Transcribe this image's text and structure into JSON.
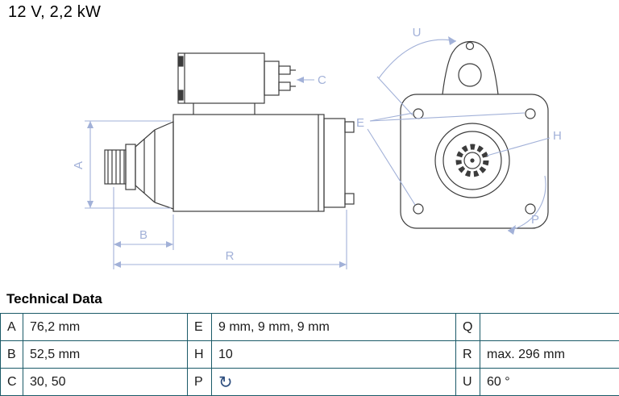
{
  "header": {
    "title": "12 V, 2,2 kW"
  },
  "drawing": {
    "labels": {
      "A": "A",
      "B": "B",
      "C": "C",
      "R": "R",
      "E": "E",
      "H": "H",
      "P": "P",
      "U": "U"
    }
  },
  "table": {
    "heading": "Technical Data",
    "rows": [
      {
        "cells": [
          {
            "key": "A",
            "value": "76,2 mm"
          },
          {
            "key": "E",
            "value": "9 mm, 9 mm, 9 mm"
          },
          {
            "key": "Q",
            "value": ""
          }
        ]
      },
      {
        "cells": [
          {
            "key": "B",
            "value": "52,5 mm"
          },
          {
            "key": "H",
            "value": "10"
          },
          {
            "key": "R",
            "value": "max. 296 mm"
          }
        ]
      },
      {
        "cells": [
          {
            "key": "C",
            "value": "30, 50"
          },
          {
            "key": "P",
            "value": "",
            "icon_name": "clockwise-rotation",
            "icon_glyph": "↻"
          },
          {
            "key": "U",
            "value": "60 °"
          }
        ]
      }
    ]
  },
  "colors": {
    "dimension_accent": "#a2b1d8",
    "drawing_line": "#3c3c3c",
    "table_border": "#1b5a68",
    "rotation_icon": "#2f4f7f"
  }
}
